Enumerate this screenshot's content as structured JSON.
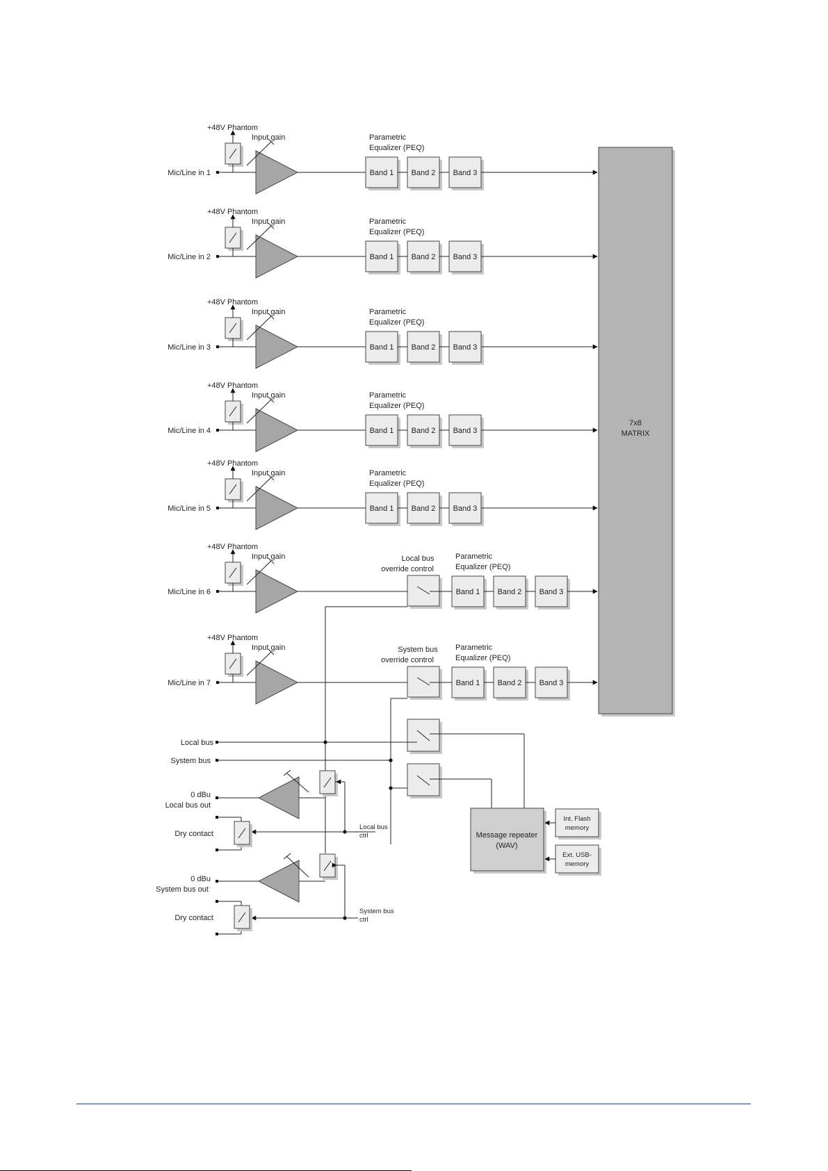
{
  "channels": [
    {
      "input": "Mic/Line in 1",
      "phantom": "+48V Phantom",
      "gain": "Input gain",
      "peq_title": "Parametric",
      "peq_sub": "Equalizer (PEQ)",
      "bands": [
        "Band 1",
        "Band 2",
        "Band 3"
      ]
    },
    {
      "input": "Mic/Line in 2",
      "phantom": "+48V Phantom",
      "gain": "Input gain",
      "peq_title": "Parametric",
      "peq_sub": "Equalizer (PEQ)",
      "bands": [
        "Band 1",
        "Band 2",
        "Band 3"
      ]
    },
    {
      "input": "Mic/Line in 3",
      "phantom": "+48V Phantom",
      "gain": "Input gain",
      "peq_title": "Parametric",
      "peq_sub": "Equalizer (PEQ)",
      "bands": [
        "Band 1",
        "Band 2",
        "Band 3"
      ]
    },
    {
      "input": "Mic/Line in 4",
      "phantom": "+48V Phantom",
      "gain": "Input gain",
      "peq_title": "Parametric",
      "peq_sub": "Equalizer (PEQ)",
      "bands": [
        "Band 1",
        "Band 2",
        "Band 3"
      ]
    },
    {
      "input": "Mic/Line in 5",
      "phantom": "+48V Phantom",
      "gain": "Input gain",
      "peq_title": "Parametric",
      "peq_sub": "Equalizer (PEQ)",
      "bands": [
        "Band 1",
        "Band 2",
        "Band 3"
      ]
    },
    {
      "input": "Mic/Line in 6",
      "phantom": "+48V Phantom",
      "gain": "Input gain",
      "peq_title": "Parametric",
      "peq_sub": "Equalizer (PEQ)",
      "bands": [
        "Band 1",
        "Band 2",
        "Band 3"
      ],
      "override": [
        "Local bus",
        "override control"
      ]
    },
    {
      "input": "Mic/Line in 7",
      "phantom": "+48V Phantom",
      "gain": "Input gain",
      "peq_title": "Parametric",
      "peq_sub": "Equalizer (PEQ)",
      "bands": [
        "Band 1",
        "Band 2",
        "Band 3"
      ],
      "override": [
        "System bus",
        "override control"
      ]
    }
  ],
  "matrix": {
    "line1": "7x8",
    "line2": "MATRIX"
  },
  "buses": {
    "local": "Local bus",
    "system": "System bus"
  },
  "outputs": {
    "local_level": "0 dBu",
    "local_label": "Local bus out",
    "system_level": "0 dBu",
    "system_label": "System bus out",
    "dry_contact_1": "Dry contact",
    "dry_contact_2": "Dry contact",
    "local_ctrl": [
      "Local bus",
      "ctrl"
    ],
    "system_ctrl": [
      "System bus",
      "ctrl"
    ]
  },
  "repeater": {
    "line1": "Message repeater",
    "line2": "(WAV)",
    "flash": [
      "Int. Flash",
      "memory"
    ],
    "usb": [
      "Ext. USB-",
      "memory"
    ]
  },
  "colors": {
    "amp": "#a6a6a6",
    "matrix": "#b4b4b4",
    "band": "#ececec",
    "footer": "#1f3f7a"
  }
}
